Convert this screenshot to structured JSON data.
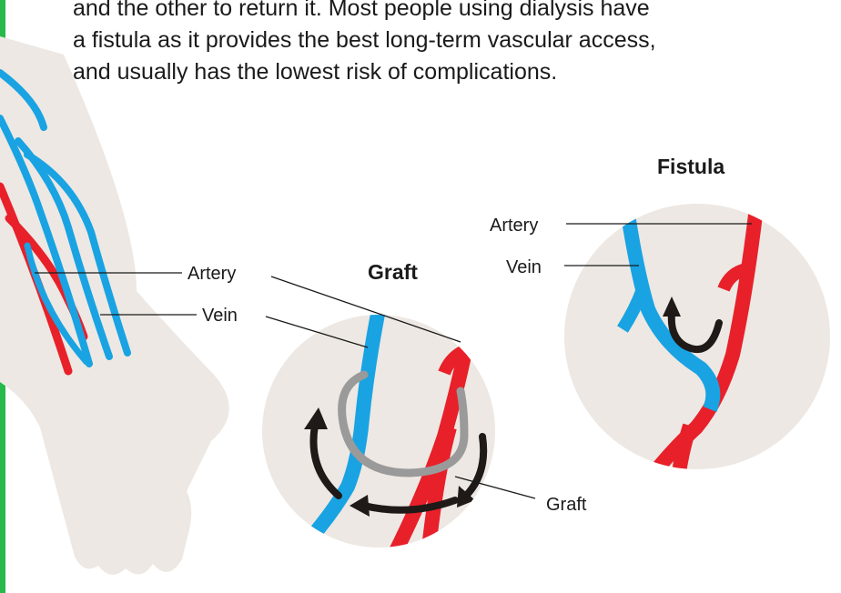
{
  "intro": {
    "lines": [
      "and the other to return it. Most people using dialysis have",
      "a fistula as it provides the best long-term vascular access,",
      "and usually has the lowest risk of complications."
    ]
  },
  "diagram": {
    "arm_labels": {
      "artery": "Artery",
      "vein": "Vein"
    },
    "graft_panel": {
      "title": "Graft",
      "graft_label": "Graft"
    },
    "fistula_panel": {
      "title": "Fistula",
      "artery": "Artery",
      "vein": "Vein"
    }
  },
  "colors": {
    "artery": "#e8202a",
    "vein": "#19a3e2",
    "graft_tube": "#9a9a9a",
    "skin": "#ede8e3",
    "arrow": "#1f1a17",
    "edge_bar": "#27b94a",
    "leader_line": "#1a1a1a"
  }
}
